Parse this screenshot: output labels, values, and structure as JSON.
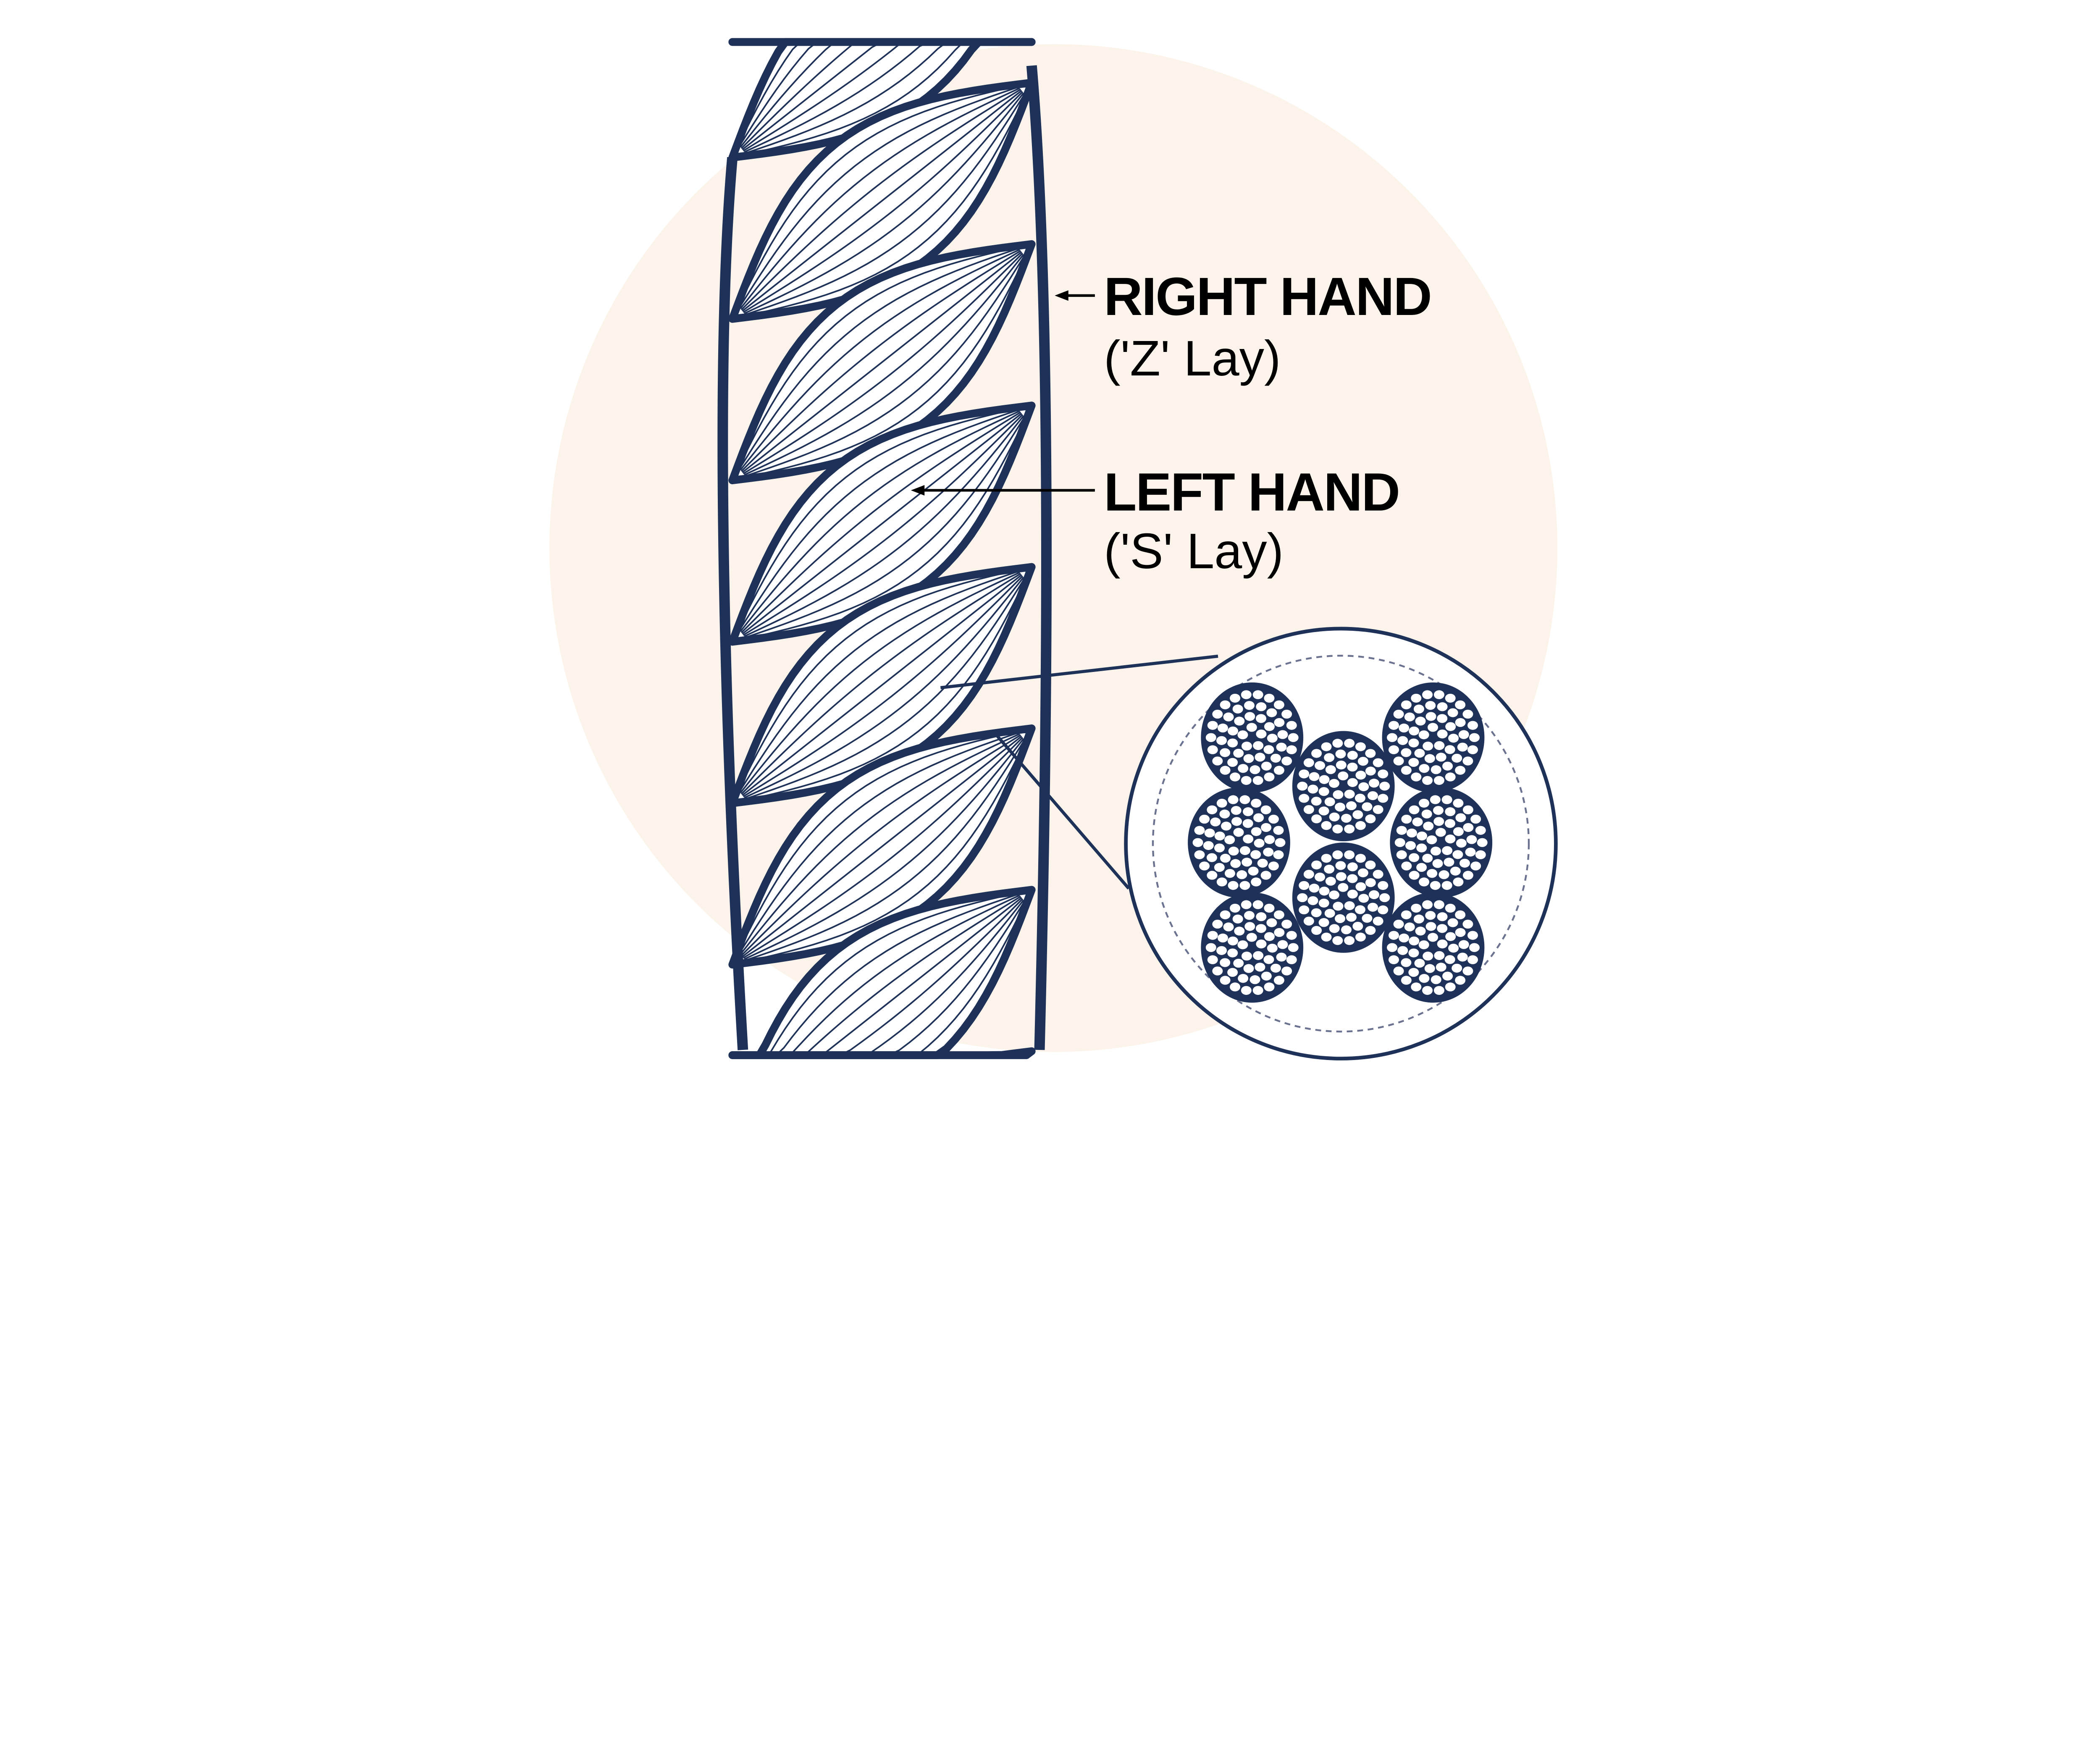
{
  "labels": {
    "right_hand": {
      "title": "RIGHT HAND",
      "subtitle": "('Z' Lay)"
    },
    "left_hand": {
      "title": "LEFT HAND",
      "subtitle": "('S' Lay)"
    }
  },
  "colors": {
    "navy": "#1e3158",
    "background_circle": "#fcf4ea",
    "text": "#000000"
  },
  "cross_section": {
    "strand_count": 8
  }
}
